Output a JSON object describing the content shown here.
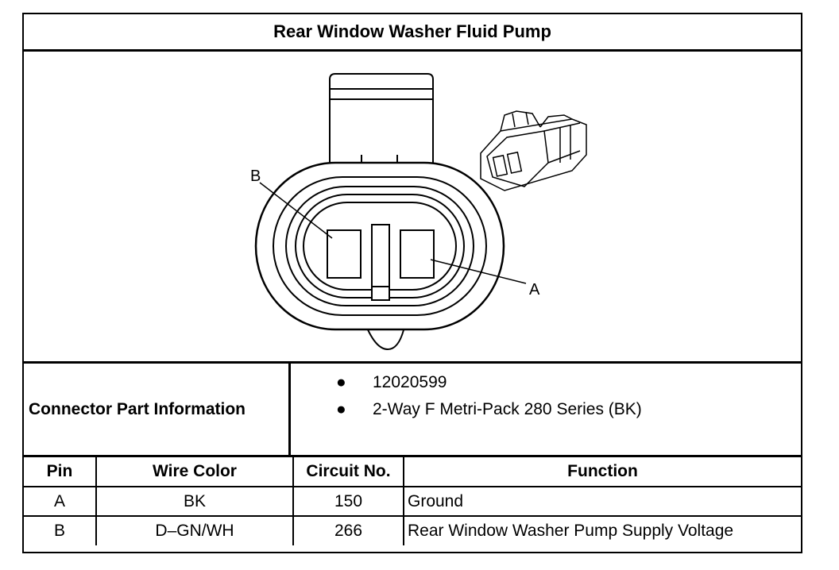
{
  "title": "Rear Window Washer Fluid Pump",
  "diagram": {
    "pin_labels": [
      "B",
      "A"
    ]
  },
  "connector_info": {
    "label": "Connector Part Information",
    "items": [
      "12020599",
      "2-Way F Metri-Pack 280 Series (BK)"
    ]
  },
  "pin_table": {
    "headers": [
      "Pin",
      "Wire Color",
      "Circuit No.",
      "Function"
    ],
    "rows": [
      {
        "pin": "A",
        "wire_color": "BK",
        "circuit": "150",
        "function": "Ground"
      },
      {
        "pin": "B",
        "wire_color": "D–GN/WH",
        "circuit": "266",
        "function": "Rear Window Washer Pump Supply Voltage"
      }
    ]
  }
}
